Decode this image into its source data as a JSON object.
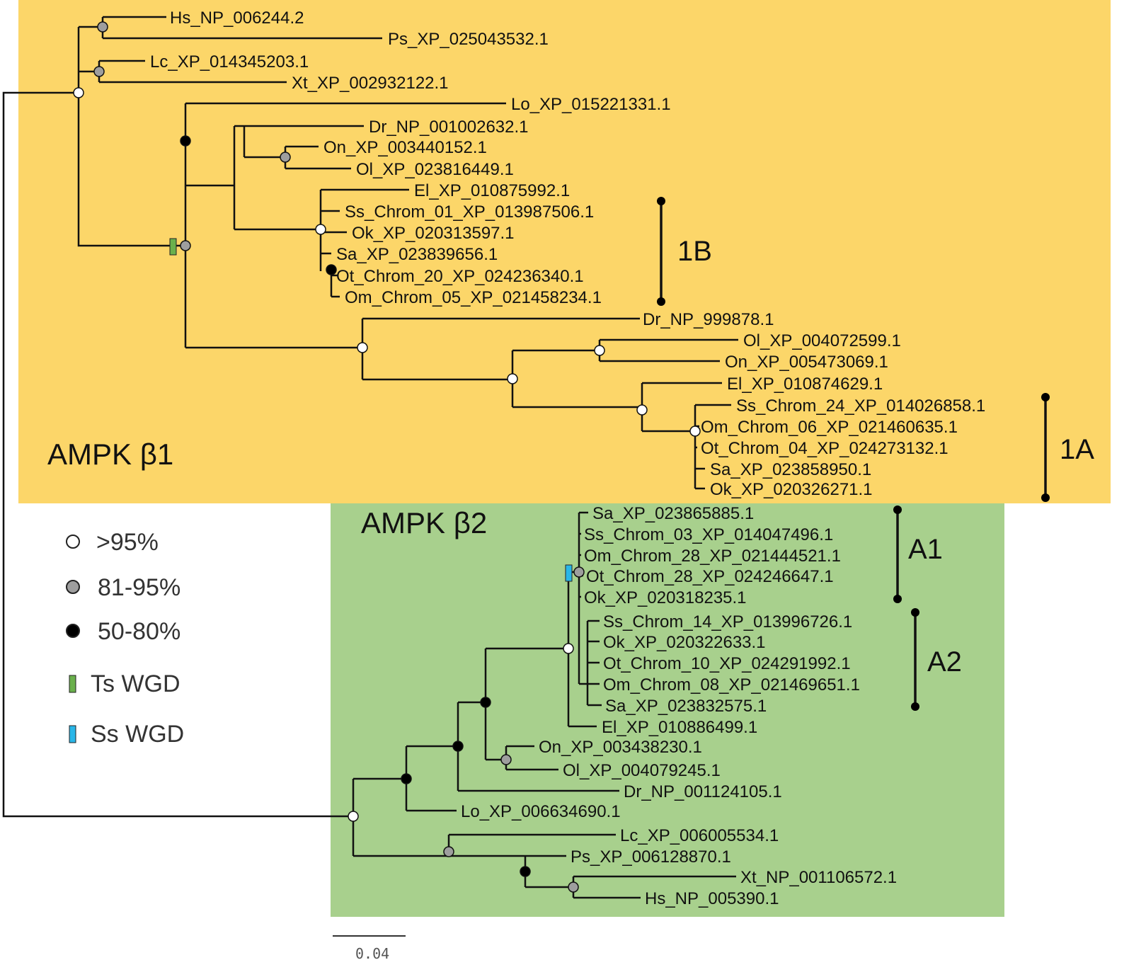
{
  "colors": {
    "beta1_bg": "#fcd669",
    "beta2_bg": "#a8d08d",
    "high": "#ffffff",
    "mid": "#9e9e9e",
    "low": "#000000",
    "ts_wgd": "#6ab04c",
    "ss_wgd": "#29b6e8"
  },
  "groups": {
    "beta1": "AMPK β1",
    "beta2": "AMPK β2"
  },
  "clades": {
    "c1B": "1B",
    "c1A": "1A",
    "cA1": "A1",
    "cA2": "A2"
  },
  "legend": {
    "high": ">95%",
    "mid": "81-95%",
    "low": "50-80%",
    "ts": "Ts WGD",
    "ss": "Ss WGD"
  },
  "scale_bar": "0.04",
  "leaves": [
    "Hs_NP_006244.2",
    "Ps_XP_025043532.1",
    "Lc_XP_014345203.1",
    "Xt_XP_002932122.1",
    "Lo_XP_015221331.1",
    "Dr_NP_001002632.1",
    "On_XP_003440152.1",
    "Ol_XP_023816449.1",
    "El_XP_010875992.1",
    "Ss_Chrom_01_XP_013987506.1",
    "Ok_XP_020313597.1",
    "Sa_XP_023839656.1",
    "Ot_Chrom_20_XP_024236340.1",
    "Om_Chrom_05_XP_021458234.1",
    "Dr_NP_999878.1",
    "Ol_XP_004072599.1",
    "On_XP_005473069.1",
    "El_XP_010874629.1",
    "Ss_Chrom_24_XP_014026858.1",
    "Om_Chrom_06_XP_021460635.1",
    "Ot_Chrom_04_XP_024273132.1",
    "Sa_XP_023858950.1",
    "Ok_XP_020326271.1",
    "Sa_XP_023865885.1",
    "Ss_Chrom_03_XP_014047496.1",
    "Om_Chrom_28_XP_021444521.1",
    "Ot_Chrom_28_XP_024246647.1",
    "Ok_XP_020318235.1",
    "Ss_Chrom_14_XP_013996726.1",
    "Ok_XP_020322633.1",
    "Ot_Chrom_10_XP_024291992.1",
    "Om_Chrom_08_XP_021469651.1",
    "Sa_XP_023832575.1",
    "El_XP_010886499.1",
    "On_XP_003438230.1",
    "Ol_XP_004079245.1",
    "Dr_NP_001124105.1",
    "Lo_XP_006634690.1",
    "Lc_XP_006005534.1",
    "Ps_XP_006128870.1",
    "Xt_NP_001106572.1",
    "Hs_NP_005390.1"
  ]
}
